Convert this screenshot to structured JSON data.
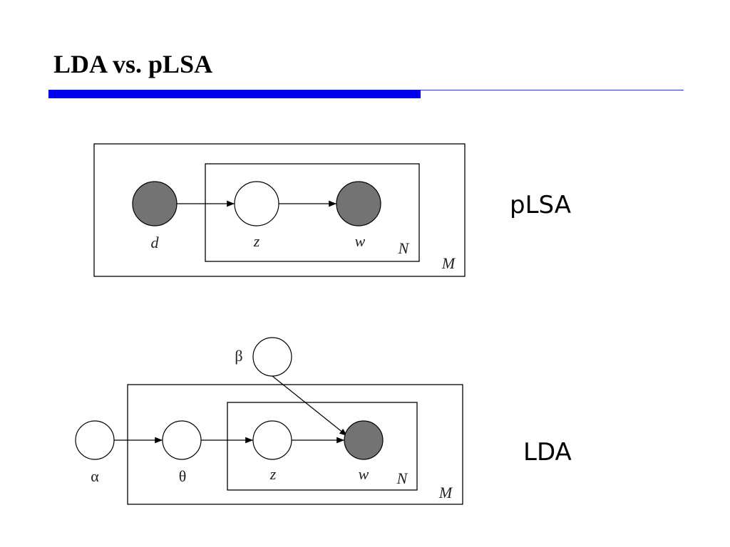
{
  "slide": {
    "title": "LDA vs. pLSA"
  },
  "plsa": {
    "model_label": "pLSA",
    "nodes": {
      "d": "d",
      "z": "z",
      "w": "w"
    },
    "plates": {
      "inner": "N",
      "outer": "M"
    }
  },
  "lda": {
    "model_label": "LDA",
    "nodes": {
      "alpha": "α",
      "theta": "θ",
      "z": "z",
      "w": "w",
      "beta": "β"
    },
    "plates": {
      "inner": "N",
      "outer": "M"
    }
  },
  "colors": {
    "observed_node": "#737373",
    "latent_node": "#ffffff",
    "title_bar": "#0000ee"
  }
}
